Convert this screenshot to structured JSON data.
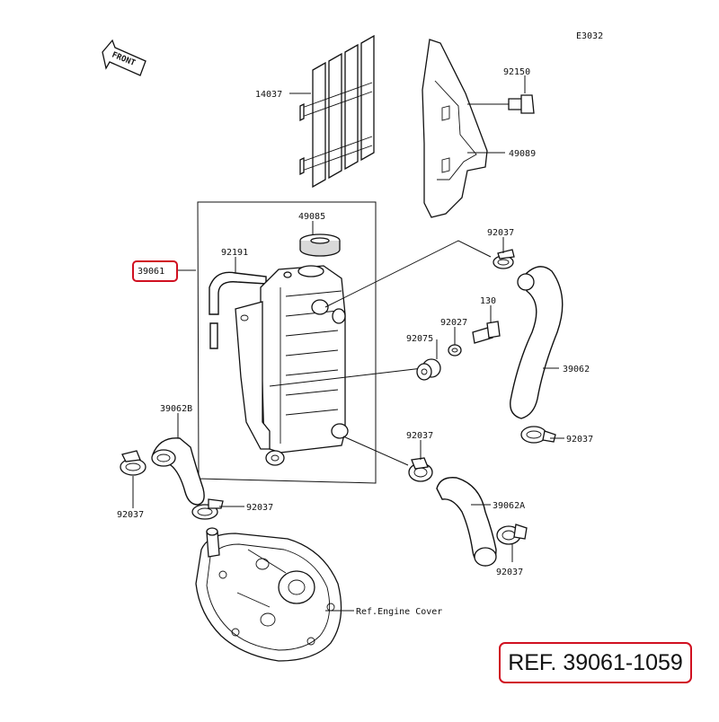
{
  "diagram": {
    "code": "E3032",
    "front_label": "FRONT",
    "ref_label": "REF. 39061-1059",
    "highlight_color": "#d01020",
    "labels": {
      "p14037": "14037",
      "p92150": "92150",
      "p49089": "49089",
      "p49085": "49085",
      "p92191": "92191",
      "p39061": "39061",
      "p92037_a": "92037",
      "p130": "130",
      "p92027": "92027",
      "p92075": "92075",
      "p39062": "39062",
      "p92037_b": "92037",
      "p39062B": "39062B",
      "p92037_c": "92037",
      "p92037_d": "92037",
      "p92037_e": "92037",
      "p39062A": "39062A",
      "p92037_f": "92037",
      "engine_cover": "Ref.Engine Cover"
    }
  }
}
